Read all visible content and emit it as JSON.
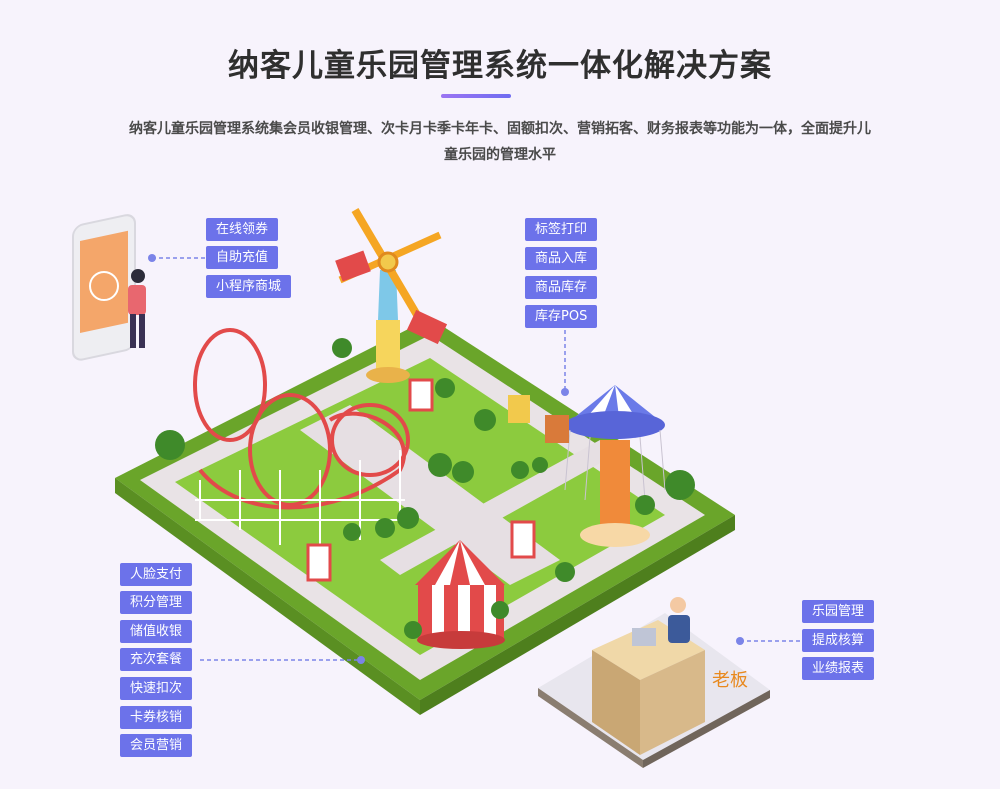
{
  "header": {
    "title": "纳客儿童乐园管理系统一体化解决方案",
    "description": "纳客儿童乐园管理系统集会员收银管理、次卡月卡季卡年卡、固额扣次、营销拓客、财务报表等功能为一体，全面提升儿童乐园的管理水平"
  },
  "groups": {
    "mobile": [
      "在线领券",
      "自助充值",
      "小程序商城"
    ],
    "inventory": [
      "标签打印",
      "商品入库",
      "商品库存",
      "库存POS"
    ],
    "cashier": [
      "人脸支付",
      "积分管理",
      "储值收银",
      "充次套餐",
      "快速扣次",
      "卡券核销",
      "会员营销"
    ],
    "boss": [
      "乐园管理",
      "提成核算",
      "业绩报表"
    ]
  },
  "boss_label": "老板",
  "colors": {
    "accent": "#6c72ea",
    "title_bar": "#8e6ff2",
    "grass": "#86c33a",
    "boss_text": "#e8891e"
  }
}
